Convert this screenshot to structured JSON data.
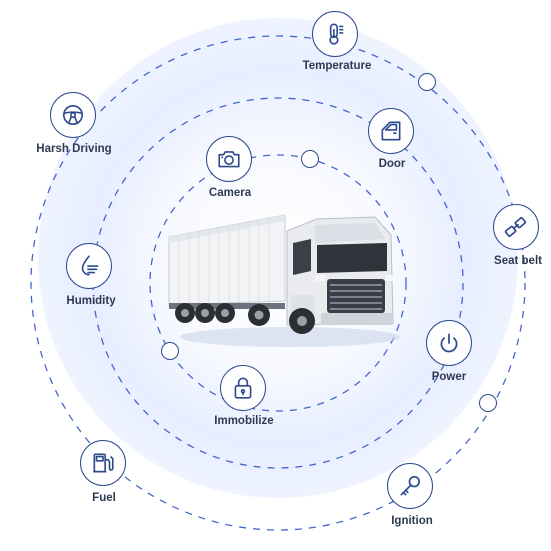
{
  "labels": {
    "temperature": "Temperature",
    "door": "Door",
    "seatbelt": "Seat belt",
    "power": "Power",
    "ignition": "Ignition",
    "fuel": "Fuel",
    "immobilize": "Immobilize",
    "humidity": "Humidity",
    "harsh_driving": "Harsh Driving",
    "camera": "Camera"
  },
  "colors": {
    "accent": "#2b4a8e",
    "ring": "#4466cc",
    "label": "#2e3a52"
  }
}
